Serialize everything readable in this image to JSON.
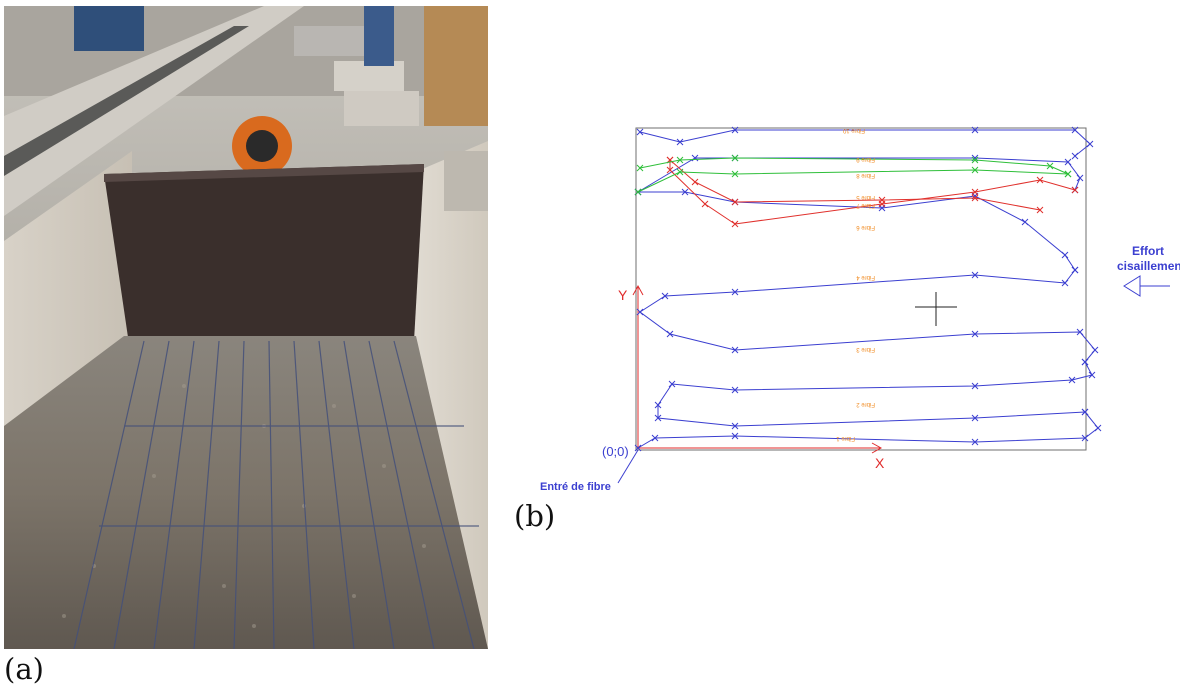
{
  "captions": {
    "a": "(a)",
    "b": "(b)"
  },
  "colors": {
    "blue": "#3b3fd0",
    "green": "#2fbf3a",
    "red": "#e0302c",
    "orange": "#f08a20",
    "axis": "#e02b2b",
    "frame": "#6f6f6f"
  },
  "diagram": {
    "axis_x": "X",
    "axis_y": "Y",
    "origin": "(0;0)",
    "entry_label": "Entré de fibre",
    "shear_label_1": "Effort",
    "shear_label_2": "cisaillement"
  },
  "fibres": [
    {
      "name": "Fibre 1",
      "color": "blue"
    },
    {
      "name": "Fibre 2",
      "color": "blue"
    },
    {
      "name": "Fibre 3",
      "color": "blue"
    },
    {
      "name": "Fibre 4",
      "color": "blue"
    },
    {
      "name": "Fibre 5",
      "color": "blue"
    },
    {
      "name": "Fibre 6",
      "color": "red"
    },
    {
      "name": "Fibre 7",
      "color": "red"
    },
    {
      "name": "Fibre 8",
      "color": "green"
    },
    {
      "name": "Fibre 9",
      "color": "green"
    },
    {
      "name": "Fibre 10",
      "color": "blue"
    }
  ]
}
